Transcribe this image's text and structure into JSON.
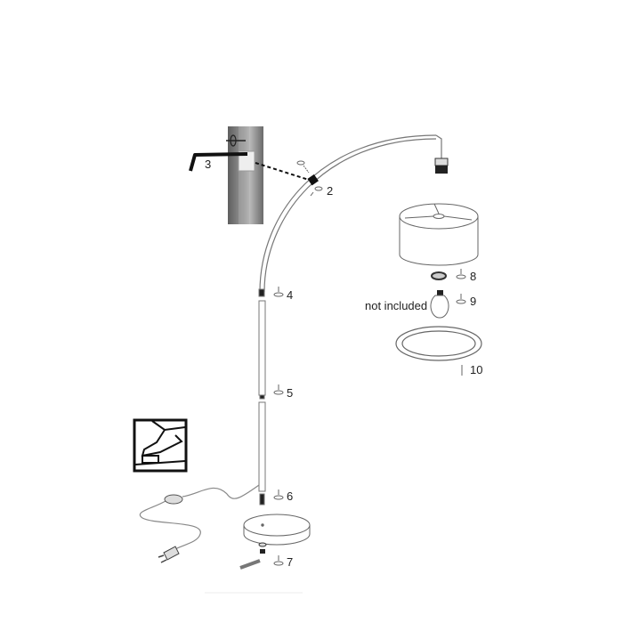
{
  "diagram": {
    "title": "Arc floor lamp assembly",
    "parts": [
      {
        "id": "2",
        "label": "2"
      },
      {
        "id": "3",
        "label": "3"
      },
      {
        "id": "4",
        "label": "4"
      },
      {
        "id": "5",
        "label": "5"
      },
      {
        "id": "6",
        "label": "6"
      },
      {
        "id": "7",
        "label": "7"
      },
      {
        "id": "8",
        "label": "8"
      },
      {
        "id": "9",
        "label": "9"
      },
      {
        "id": "10",
        "label": "10"
      }
    ],
    "bulb_note": "not included"
  },
  "colors": {
    "line": "#555555",
    "dark": "#111111",
    "photo": "#7a7a7a"
  }
}
